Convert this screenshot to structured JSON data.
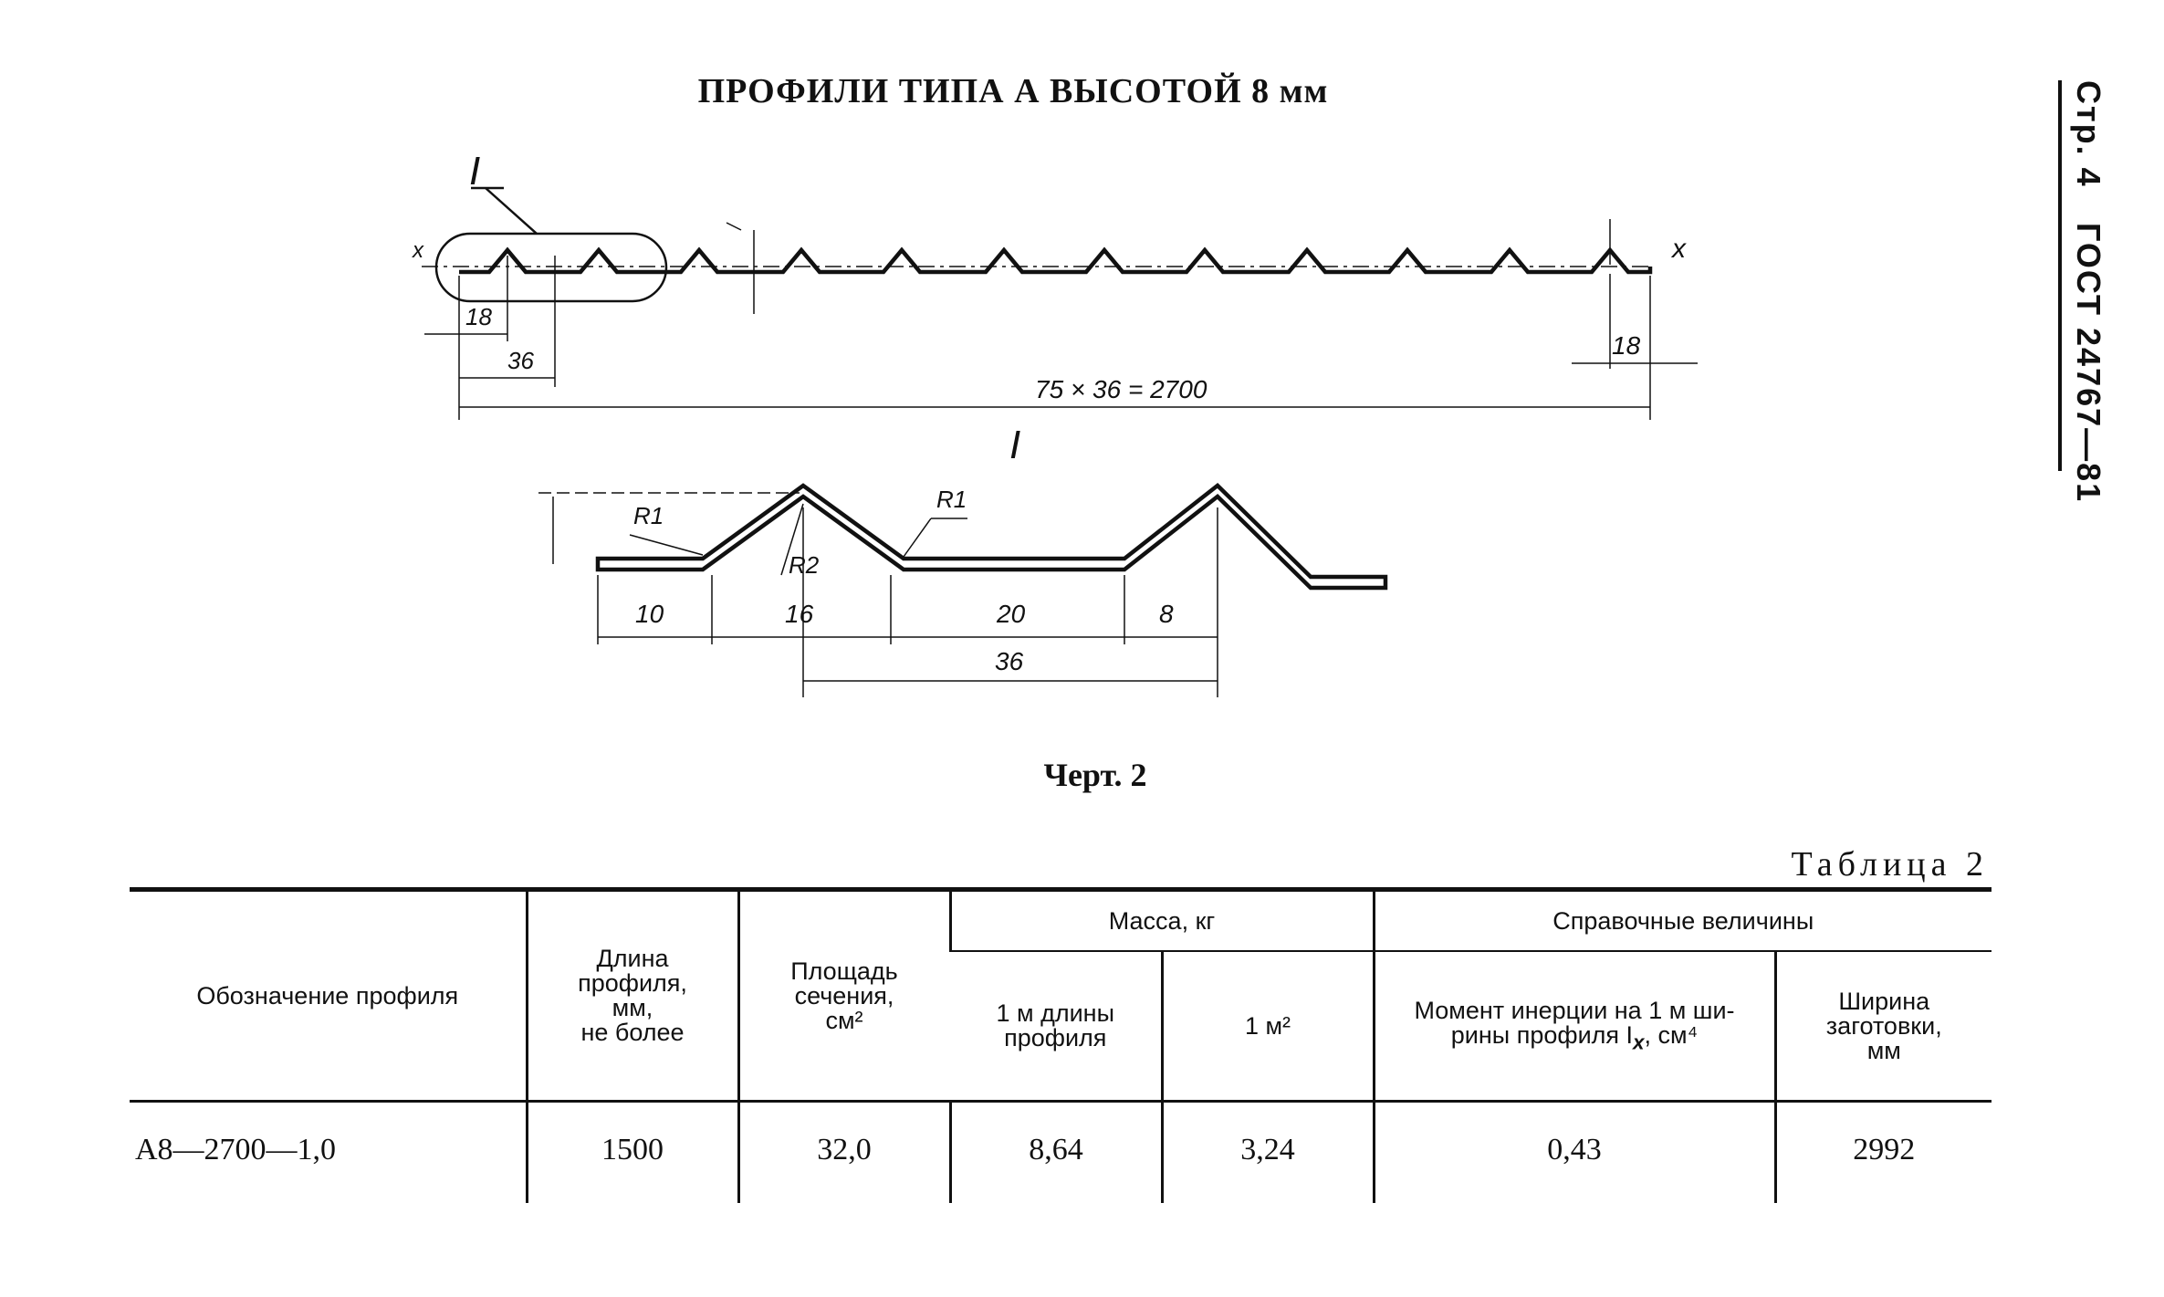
{
  "header": {
    "title": "ПРОФИЛИ ТИПА А ВЫСОТОЙ 8 мм",
    "side_page": "Стр. 4",
    "side_standard": "ГОСТ 24767—81"
  },
  "drawing": {
    "detail_label_top": "I",
    "detail_label_detail": "I",
    "axis_left": "x",
    "axis_right": "x",
    "dim_first_pitch_half": "18",
    "dim_pitch": "36",
    "dim_end": "18",
    "dim_total": "75 × 36 = 2700",
    "detail_r1_left": "R1",
    "detail_r1_right": "R1",
    "detail_r2": "R2",
    "detail_dim_10": "10",
    "detail_dim_16": "16",
    "detail_dim_20": "20",
    "detail_dim_8": "8",
    "detail_dim_36": "36"
  },
  "caption": "Черт. 2",
  "table": {
    "label": "Таблица 2",
    "headers": {
      "designation": "Обозначение профиля",
      "length": [
        "Длина",
        "профиля,",
        "мм,",
        "не более"
      ],
      "area": [
        "Площадь",
        "сечения,",
        "см²"
      ],
      "mass_group": "Масса, кг",
      "mass_per_m": [
        "1 м длины",
        "профиля"
      ],
      "mass_per_m2": "1 м²",
      "reference_group": "Справочные величины",
      "inertia": [
        "Момент инерции на 1 м ши-",
        "рины профиля I",
        "x",
        ", см⁴"
      ],
      "blank_width": [
        "Ширина",
        "заготовки,",
        "мм"
      ]
    },
    "rows": [
      {
        "designation": "А8—2700—1,0",
        "length": "1500",
        "area": "32,0",
        "mass_per_m": "8,64",
        "mass_per_m2": "3,24",
        "inertia": "0,43",
        "blank_width": "2992"
      }
    ]
  }
}
